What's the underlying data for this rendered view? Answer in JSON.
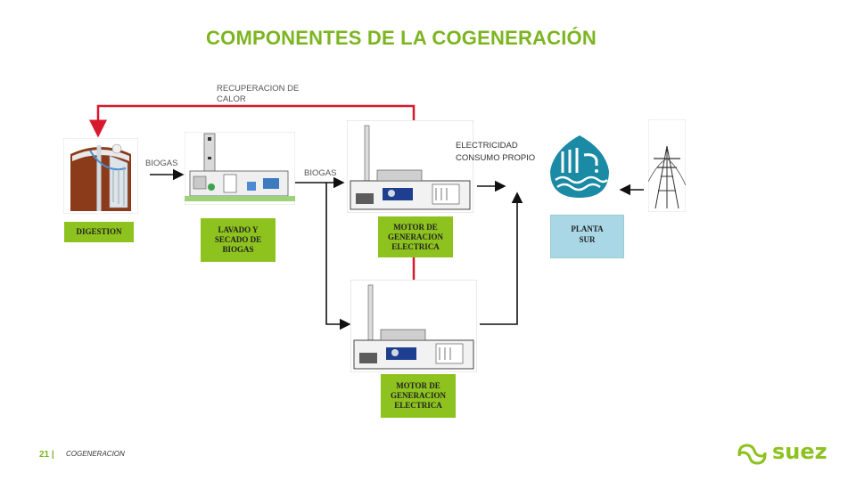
{
  "title": "COMPONENTES DE LA COGENERACIÓN",
  "labels": {
    "heat_recovery": "RECUPERACION DE\nCALOR",
    "biogas_1": "BIOGAS",
    "biogas_2": "BIOGAS",
    "electricity": "ELECTRICIDAD\nCONSUMO PROPIO"
  },
  "boxes": {
    "digestion": "DIGESTION",
    "washing": "LAVADO Y\nSECADO DE\nBIOGAS",
    "motor_1": "MOTOR DE\nGENERACION\nELECTRICA",
    "motor_2": "MOTOR DE\nGENERACION\nELECTRICA",
    "plant": "PLANTA\nSUR"
  },
  "footer": {
    "page_number": "21 |",
    "section": "COGENERACION"
  },
  "logo": "suez",
  "colors": {
    "accent_green": "#8dc21f",
    "title_green": "#7cb520",
    "heat_line_red": "#d7192e",
    "plant_blue": "#a9d7e6",
    "water_icon": "#1a8aa5"
  },
  "icons": [
    "digester-icon",
    "washing-plant-icon",
    "generator-motor-icon",
    "water-plant-icon",
    "power-tower-icon"
  ]
}
